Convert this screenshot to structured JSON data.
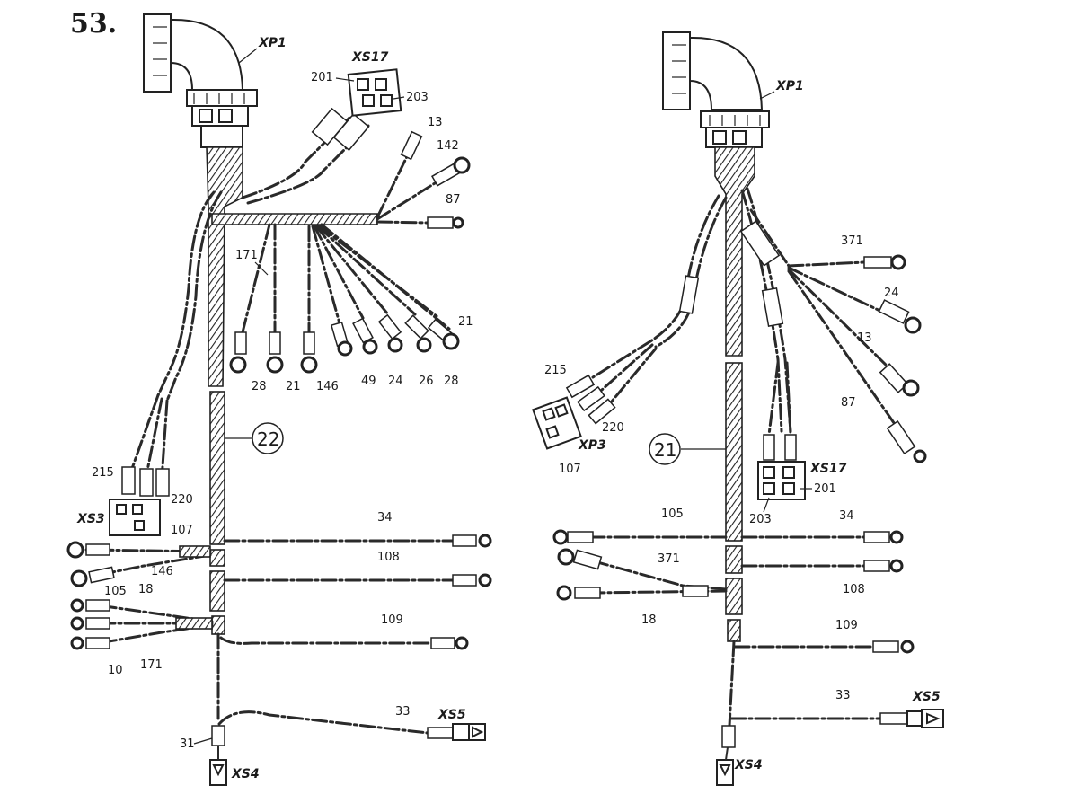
{
  "figure": {
    "number": "53."
  },
  "left": {
    "connectors": {
      "xp1": "XP1",
      "xs17": "XS17",
      "xs3": "XS3",
      "xs5": "XS5",
      "xs4": "XS4"
    },
    "harness_number": "22",
    "labels": {
      "xs17_pin_a": "201",
      "xs17_pin_b": "203",
      "w13": "13",
      "w142": "142",
      "w87": "87",
      "w171": "171",
      "w21_top": "21",
      "b28": "28",
      "b21": "21",
      "b146": "146",
      "b49": "49",
      "b24": "24",
      "b26": "26",
      "b28b": "28",
      "xs3_215": "215",
      "xs3_220": "220",
      "xs3_107": "107",
      "w34": "34",
      "w146": "146",
      "w105": "105",
      "w108": "108",
      "w18": "18",
      "w109": "109",
      "w10": "10",
      "w171b": "171",
      "w31": "31",
      "w33": "33"
    }
  },
  "right": {
    "connectors": {
      "xp1": "XP1",
      "xp3": "XP3",
      "xs17": "XS17",
      "xs5": "XS5",
      "xs4": "XS4"
    },
    "harness_number": "21",
    "labels": {
      "w371": "371",
      "w24": "24",
      "w13": "13",
      "w87": "87",
      "xp3_215": "215",
      "xp3_220": "220",
      "xp3_107": "107",
      "xs17_201": "201",
      "xs17_203": "203",
      "w105": "105",
      "w34": "34",
      "w371b": "371",
      "w108": "108",
      "w18": "18",
      "w109": "109",
      "w33": "33"
    }
  }
}
